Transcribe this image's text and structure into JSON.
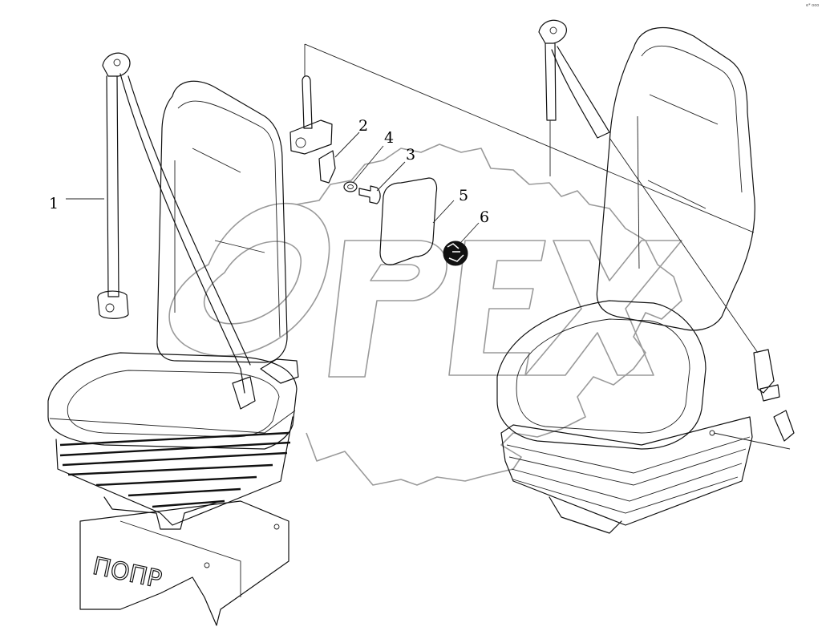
{
  "diagram": {
    "callouts": [
      {
        "id": "1",
        "label": "1"
      },
      {
        "id": "2",
        "label": "2"
      },
      {
        "id": "3",
        "label": "3"
      },
      {
        "id": "4",
        "label": "4"
      },
      {
        "id": "5",
        "label": "5"
      },
      {
        "id": "6",
        "label": "6"
      }
    ],
    "watermark": "OPEX",
    "corner_mark": "e* ooo",
    "stamp_text": "ПОПР"
  }
}
